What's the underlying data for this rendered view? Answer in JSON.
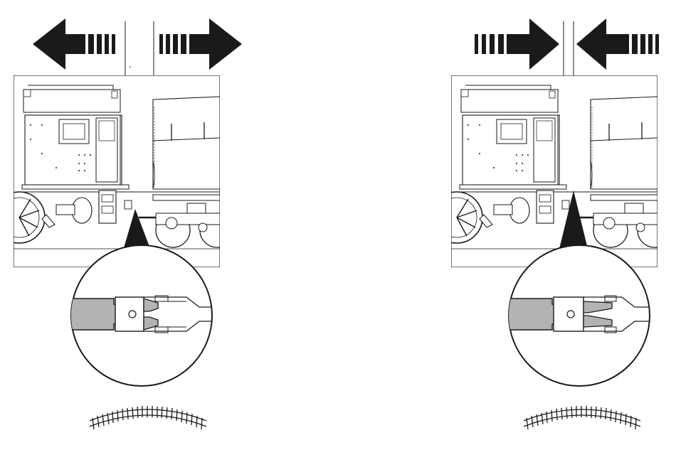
{
  "colors": {
    "ink": "#1a1a1a",
    "arrow": "#1a1a1a",
    "coupler_gray": "#b3b3b3",
    "paper": "#ffffff"
  },
  "panels": [
    {
      "id": "apart",
      "arrow_direction": "outward",
      "coupler_state": "open"
    },
    {
      "id": "together",
      "arrow_direction": "inward",
      "coupler_state": "closed"
    }
  ],
  "icons": [
    "arrow-left-icon",
    "arrow-right-icon",
    "curved-track-icon",
    "magnifier-circle"
  ]
}
